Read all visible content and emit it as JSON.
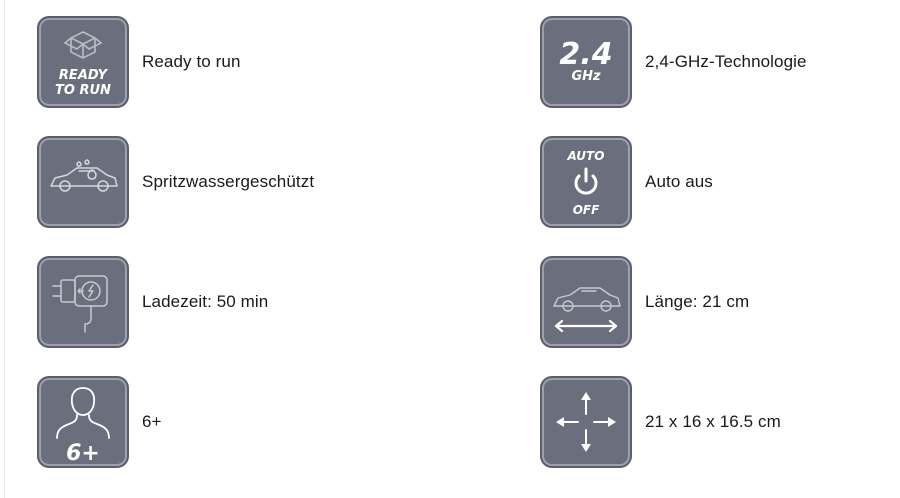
{
  "features": [
    {
      "label": "Ready to run",
      "icon": "ready-to-run-icon",
      "icon_text": [
        "READY",
        "TO RUN"
      ]
    },
    {
      "label": "2,4-GHz-Technologie",
      "icon": "2-4-ghz-icon",
      "icon_text": [
        "2.4",
        "GHz"
      ]
    },
    {
      "label": "Spritzwassergeschützt",
      "icon": "splash-proof-car-icon"
    },
    {
      "label": "Auto aus",
      "icon": "auto-off-power-icon",
      "icon_text": [
        "AUTO",
        "OFF"
      ]
    },
    {
      "label": "Ladezeit: 50 min",
      "icon": "charger-icon"
    },
    {
      "label": "Länge: 21 cm",
      "icon": "car-length-icon"
    },
    {
      "label": "6+",
      "icon": "age-6-plus-icon",
      "icon_text": [
        "6+"
      ]
    },
    {
      "label": "21 x 16 x 16.5 cm",
      "icon": "dimensions-arrows-icon"
    }
  ],
  "colors": {
    "icon_background": "#6b6f7d",
    "icon_stroke": "#ffffff",
    "icon_faint": "#b9bcc6",
    "text": "#1a1a1a"
  }
}
